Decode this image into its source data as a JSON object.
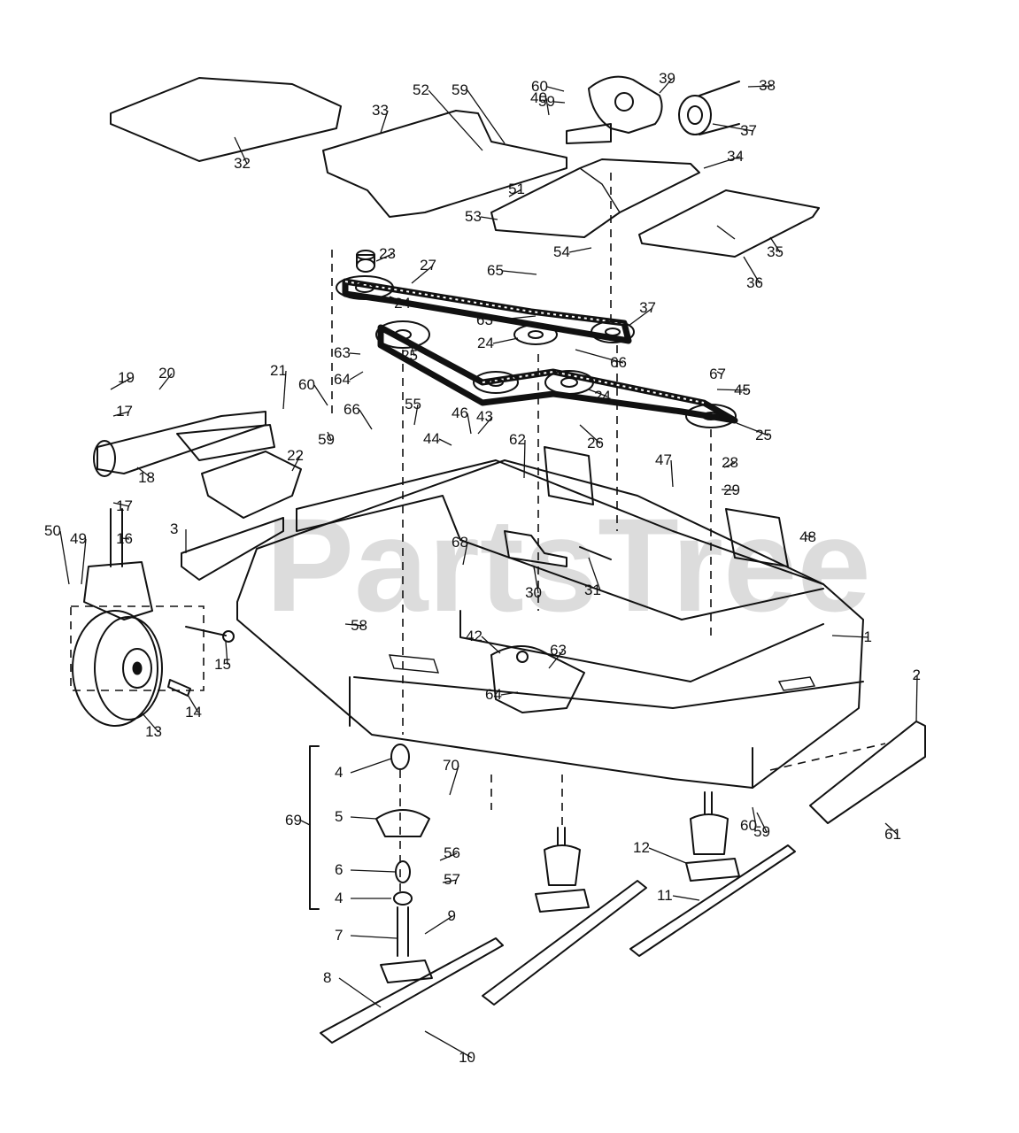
{
  "watermark": "PartsTree",
  "callouts": [
    {
      "id": "c1",
      "text": "1"
    },
    {
      "id": "c2",
      "text": "2"
    },
    {
      "id": "c3",
      "text": "3"
    },
    {
      "id": "c4a",
      "text": "4"
    },
    {
      "id": "c4b",
      "text": "4"
    },
    {
      "id": "c5",
      "text": "5"
    },
    {
      "id": "c6",
      "text": "6"
    },
    {
      "id": "c7",
      "text": "7"
    },
    {
      "id": "c8",
      "text": "8"
    },
    {
      "id": "c9",
      "text": "9"
    },
    {
      "id": "c10",
      "text": "10"
    },
    {
      "id": "c11",
      "text": "11"
    },
    {
      "id": "c12",
      "text": "12"
    },
    {
      "id": "c13",
      "text": "13"
    },
    {
      "id": "c14",
      "text": "14"
    },
    {
      "id": "c15",
      "text": "15"
    },
    {
      "id": "c16",
      "text": "16"
    },
    {
      "id": "c17a",
      "text": "17"
    },
    {
      "id": "c17b",
      "text": "17"
    },
    {
      "id": "c18",
      "text": "18"
    },
    {
      "id": "c19",
      "text": "19"
    },
    {
      "id": "c20",
      "text": "20"
    },
    {
      "id": "c21",
      "text": "21"
    },
    {
      "id": "c22",
      "text": "22"
    },
    {
      "id": "c23",
      "text": "23"
    },
    {
      "id": "c24a",
      "text": "24"
    },
    {
      "id": "c24b",
      "text": "24"
    },
    {
      "id": "c24c",
      "text": "24"
    },
    {
      "id": "c25a",
      "text": "25"
    },
    {
      "id": "c25b",
      "text": "25"
    },
    {
      "id": "c26",
      "text": "26"
    },
    {
      "id": "c27",
      "text": "27"
    },
    {
      "id": "c28",
      "text": "28"
    },
    {
      "id": "c29",
      "text": "29"
    },
    {
      "id": "c30",
      "text": "30"
    },
    {
      "id": "c31",
      "text": "31"
    },
    {
      "id": "c32",
      "text": "32"
    },
    {
      "id": "c33",
      "text": "33"
    },
    {
      "id": "c34",
      "text": "34"
    },
    {
      "id": "c35",
      "text": "35"
    },
    {
      "id": "c36",
      "text": "36"
    },
    {
      "id": "c37a",
      "text": "37"
    },
    {
      "id": "c37b",
      "text": "37"
    },
    {
      "id": "c38",
      "text": "38"
    },
    {
      "id": "c39",
      "text": "39"
    },
    {
      "id": "c40",
      "text": "40"
    },
    {
      "id": "c42",
      "text": "42"
    },
    {
      "id": "c43",
      "text": "43"
    },
    {
      "id": "c44",
      "text": "44"
    },
    {
      "id": "c45",
      "text": "45"
    },
    {
      "id": "c46",
      "text": "46"
    },
    {
      "id": "c47",
      "text": "47"
    },
    {
      "id": "c48",
      "text": "48"
    },
    {
      "id": "c49",
      "text": "49"
    },
    {
      "id": "c50",
      "text": "50"
    },
    {
      "id": "c51",
      "text": "51"
    },
    {
      "id": "c52",
      "text": "52"
    },
    {
      "id": "c53",
      "text": "53"
    },
    {
      "id": "c54",
      "text": "54"
    },
    {
      "id": "c55",
      "text": "55"
    },
    {
      "id": "c56",
      "text": "56"
    },
    {
      "id": "c57",
      "text": "57"
    },
    {
      "id": "c58",
      "text": "58"
    },
    {
      "id": "c59a",
      "text": "59"
    },
    {
      "id": "c59b",
      "text": "59"
    },
    {
      "id": "c59c",
      "text": "59"
    },
    {
      "id": "c59d",
      "text": "59"
    },
    {
      "id": "c60a",
      "text": "60"
    },
    {
      "id": "c60b",
      "text": "60"
    },
    {
      "id": "c60c",
      "text": "60"
    },
    {
      "id": "c61",
      "text": "61"
    },
    {
      "id": "c62",
      "text": "62"
    },
    {
      "id": "c63a",
      "text": "63"
    },
    {
      "id": "c63b",
      "text": "63"
    },
    {
      "id": "c63c",
      "text": "63"
    },
    {
      "id": "c64a",
      "text": "64"
    },
    {
      "id": "c64b",
      "text": "64"
    },
    {
      "id": "c65",
      "text": "65"
    },
    {
      "id": "c66a",
      "text": "66"
    },
    {
      "id": "c66b",
      "text": "66"
    },
    {
      "id": "c67",
      "text": "67"
    },
    {
      "id": "c68",
      "text": "68"
    },
    {
      "id": "c69",
      "text": "69"
    },
    {
      "id": "c70",
      "text": "70"
    }
  ]
}
